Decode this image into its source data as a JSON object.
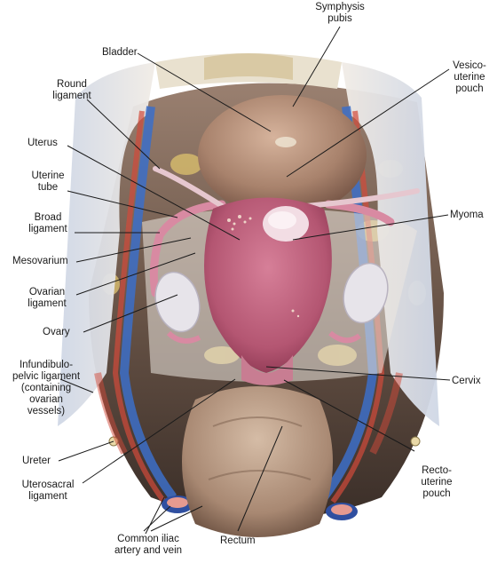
{
  "figure": {
    "labels": {
      "symphysis_pubis": [
        "Symphysis",
        "pubis"
      ],
      "bladder": [
        "Bladder"
      ],
      "vesicouterine_pouch": [
        "Vesico-",
        "uterine",
        "pouch"
      ],
      "round_ligament": [
        "Round",
        "ligament"
      ],
      "uterus": [
        "Uterus"
      ],
      "uterine_tube": [
        "Uterine",
        "tube"
      ],
      "broad_ligament": [
        "Broad",
        "ligament"
      ],
      "myoma": [
        "Myoma"
      ],
      "mesovarium": [
        "Mesovarium"
      ],
      "ovarian_ligament": [
        "Ovarian",
        "ligament"
      ],
      "ovary": [
        "Ovary"
      ],
      "infundibulopelvic_ligament": [
        "Infundibulo-",
        "pelvic ligament",
        "(containing",
        "ovarian",
        "vessels)"
      ],
      "cervix": [
        "Cervix"
      ],
      "ureter": [
        "Ureter"
      ],
      "uterosacral_ligament": [
        "Uterosacral",
        "ligament"
      ],
      "rectouterine_pouch": [
        "Recto-",
        "uterine",
        "pouch"
      ],
      "common_iliac": [
        "Common iliac",
        "artery and vein"
      ],
      "rectum": [
        "Rectum"
      ]
    },
    "colors": {
      "uterus": "#c2607c",
      "bladder": "#b48e78",
      "myoma": "#f2dde4",
      "fat": "#d8c07a",
      "artery": "#d24a3a",
      "vein": "#3c6ec8",
      "peritoneum": "#e8e4dc",
      "rectum": "#b89a84"
    }
  }
}
